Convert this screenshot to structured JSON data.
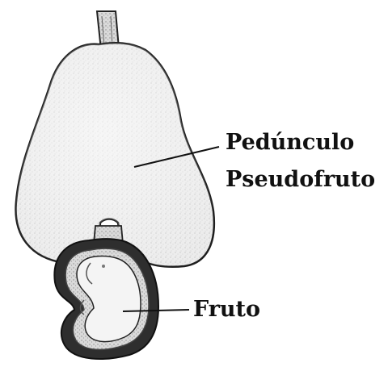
{
  "labels": {
    "peduncle": "Pedúnculo",
    "pseudofruit": "Pseudofruto",
    "fruit": "Fruto"
  },
  "colors": {
    "ink": "#111111",
    "pseudofruit_fill": "#e9e9e9",
    "nut_shell": "#3a3a3a",
    "nut_core": "#f4f4f4",
    "stem": "#cfcfcf"
  }
}
